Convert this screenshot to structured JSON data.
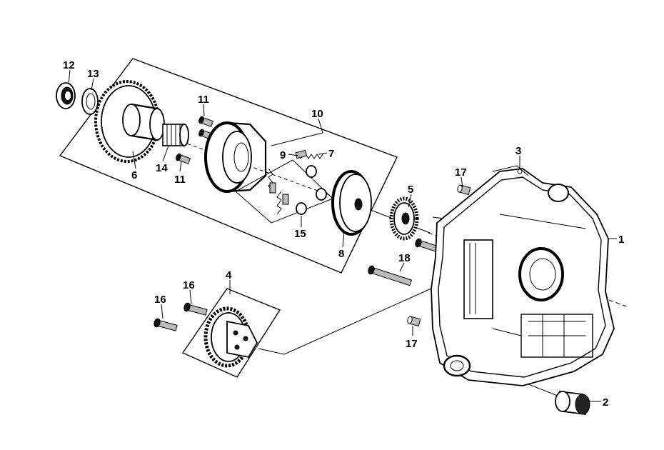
{
  "callouts": {
    "c1": "1",
    "c2": "2",
    "c3": "3",
    "c4": "4",
    "c5": "5",
    "c6": "6",
    "c7": "7",
    "c8": "8",
    "c9": "9",
    "c10": "10",
    "c11a": "11",
    "c11b": "11",
    "c12": "12",
    "c13": "13",
    "c14": "14",
    "c15": "15",
    "c16a": "16",
    "c16b": "16",
    "c17a": "17",
    "c17b": "17",
    "c18": "18"
  }
}
